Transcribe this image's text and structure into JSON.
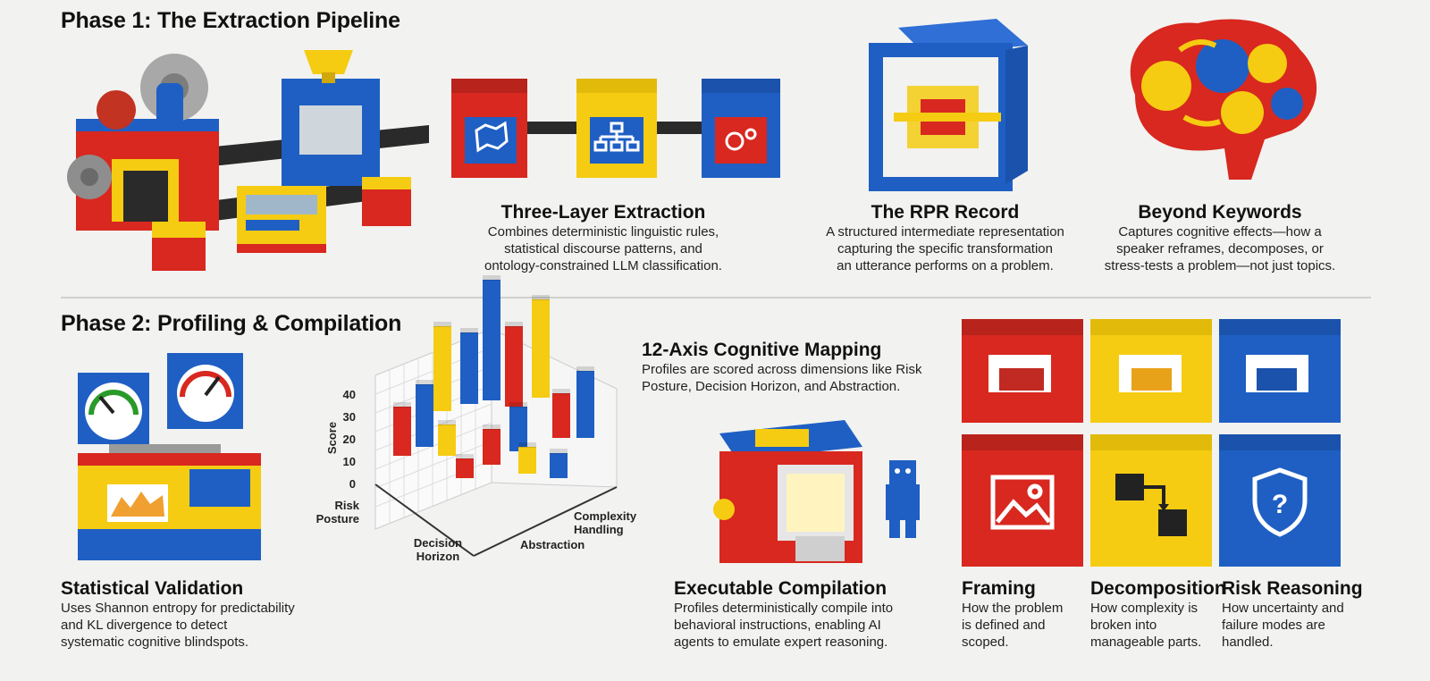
{
  "phase1": {
    "title": "Phase 1: The Extraction Pipeline",
    "cards": [
      {
        "title": "Three-Layer Extraction",
        "lines": [
          "Combines deterministic linguistic rules,",
          "statistical discourse patterns, and",
          "ontology-constrained LLM classification."
        ]
      },
      {
        "title": "The RPR Record",
        "lines": [
          "A structured intermediate representation",
          "capturing the specific transformation",
          "an utterance performs on a problem."
        ]
      },
      {
        "title": "Beyond Keywords",
        "lines": [
          "Captures cognitive effects—how a",
          "speaker reframes, decomposes, or",
          "stress-tests a problem—not just topics."
        ]
      }
    ]
  },
  "phase2": {
    "title": "Phase 2: Profiling & Compilation",
    "mapping": {
      "title": "12-Axis Cognitive Mapping",
      "lines": [
        "Profiles are scored across dimensions like Risk",
        "Posture, Decision Horizon, and Abstraction."
      ]
    },
    "cards": [
      {
        "title": "Statistical Validation",
        "lines": [
          "Uses Shannon entropy for predictability",
          "and KL divergence to detect",
          "systematic cognitive blindspots."
        ]
      },
      {
        "title": "Executable Compilation",
        "lines": [
          "Profiles deterministically compile into",
          "behavioral instructions, enabling AI",
          "agents to emulate expert reasoning."
        ]
      },
      {
        "title": "Framing",
        "lines": [
          "How the problem",
          "is defined and",
          "scoped."
        ]
      },
      {
        "title": "Decomposition",
        "lines": [
          "How complexity is",
          "broken into",
          "manageable parts."
        ]
      },
      {
        "title": "Risk Reasoning",
        "lines": [
          "How uncertainty and",
          "failure modes are",
          "handled."
        ]
      }
    ]
  },
  "chart_data": {
    "type": "bar",
    "ylabel": "Score",
    "yticks": [
      "0",
      "10",
      "20",
      "30",
      "40"
    ],
    "axis_labels": [
      "Risk Posture",
      "Decision Horizon",
      "Abstraction",
      "Complexity Handling"
    ],
    "ylim": [
      0,
      45
    ]
  },
  "colors": {
    "red": "#d8281f",
    "blue": "#1f5fc4",
    "yellow": "#f5cc12",
    "gray": "#9a9a9a"
  },
  "icons": [
    "gear-icon",
    "map-icon",
    "hierarchy-icon",
    "gears-icon",
    "image-icon",
    "flow-icon",
    "shield-question-icon",
    "brain-icon",
    "gauge-icon",
    "robot-icon"
  ]
}
